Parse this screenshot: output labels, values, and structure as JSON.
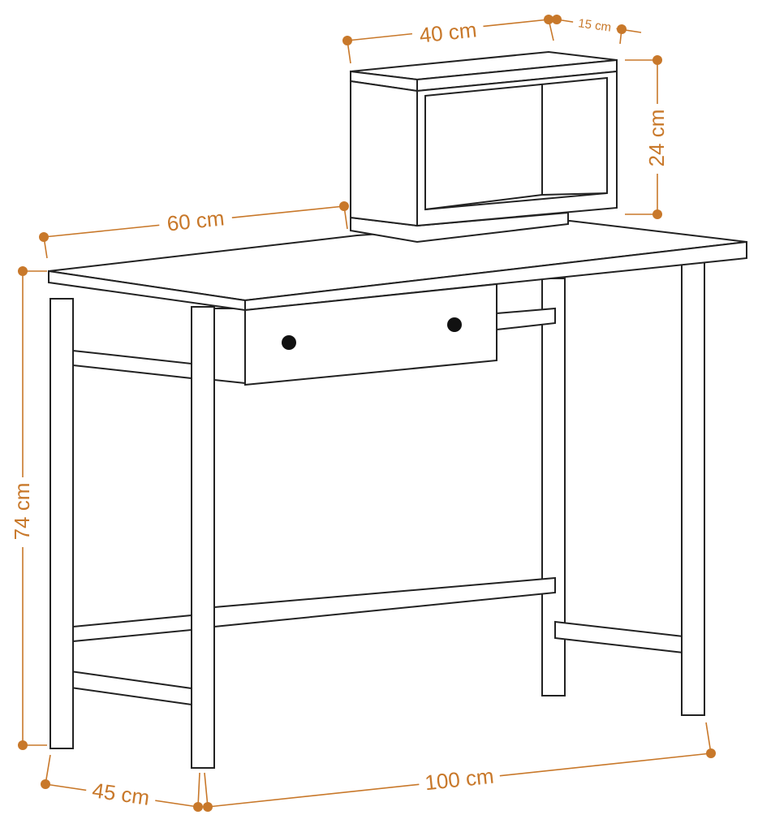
{
  "colors": {
    "dimension": "#c8782a",
    "label": "#c8782a",
    "outline": "#222222",
    "background": "#ffffff"
  },
  "dimensions": {
    "shelf_width": "40 cm",
    "shelf_depth": "15 cm",
    "shelf_height": "24 cm",
    "desk_depth_top": "60 cm",
    "desk_height": "74 cm",
    "desk_depth": "45 cm",
    "desk_width": "100 cm"
  }
}
